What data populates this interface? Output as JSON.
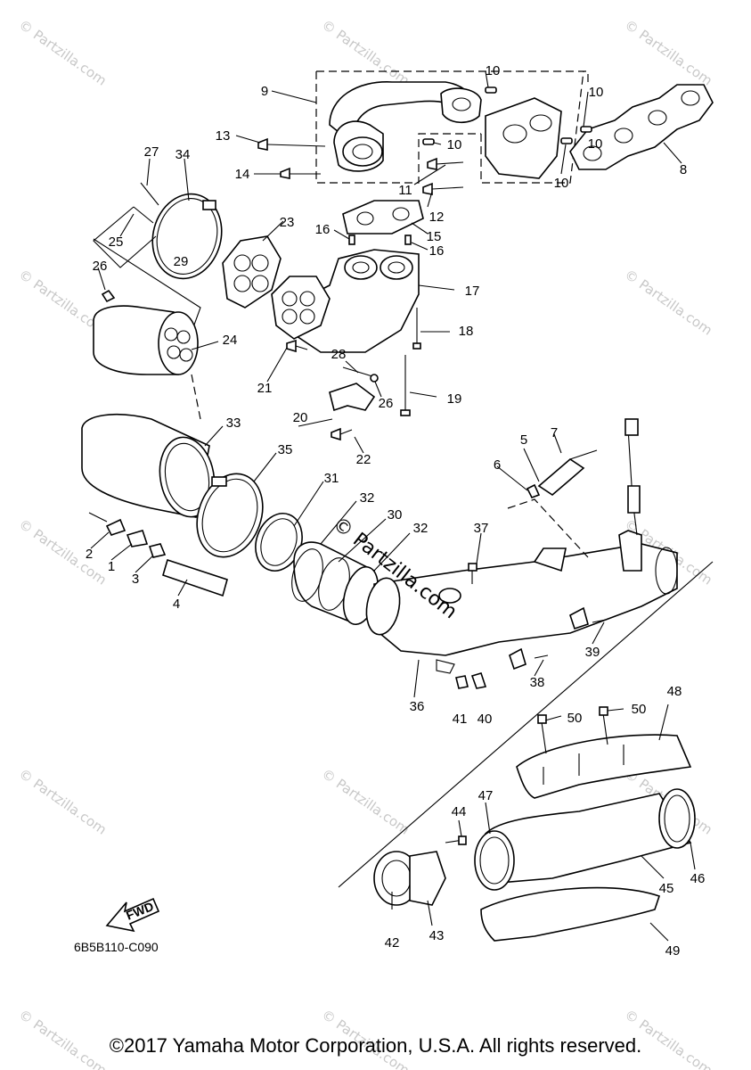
{
  "diagram": {
    "part_labels": [
      "1",
      "2",
      "3",
      "4",
      "5",
      "6",
      "7",
      "8",
      "9",
      "10",
      "10",
      "10",
      "10",
      "10",
      "11",
      "12",
      "13",
      "14",
      "15",
      "16",
      "16",
      "17",
      "18",
      "19",
      "20",
      "21",
      "22",
      "23",
      "24",
      "25",
      "26",
      "26",
      "27",
      "28",
      "29",
      "30",
      "31",
      "32",
      "32",
      "33",
      "34",
      "35",
      "36",
      "37",
      "38",
      "39",
      "40",
      "41",
      "42",
      "43",
      "44",
      "45",
      "46",
      "47",
      "48",
      "49",
      "50",
      "50"
    ],
    "reference_code": "6B5B110-C090",
    "fwd_badge": "FWD",
    "watermark_text": "© Partzilla.com",
    "center_watermark": "© Partzilla.com"
  },
  "footer": {
    "copyright": "©2017 Yamaha Motor Corporation, U.S.A. All rights reserved."
  }
}
